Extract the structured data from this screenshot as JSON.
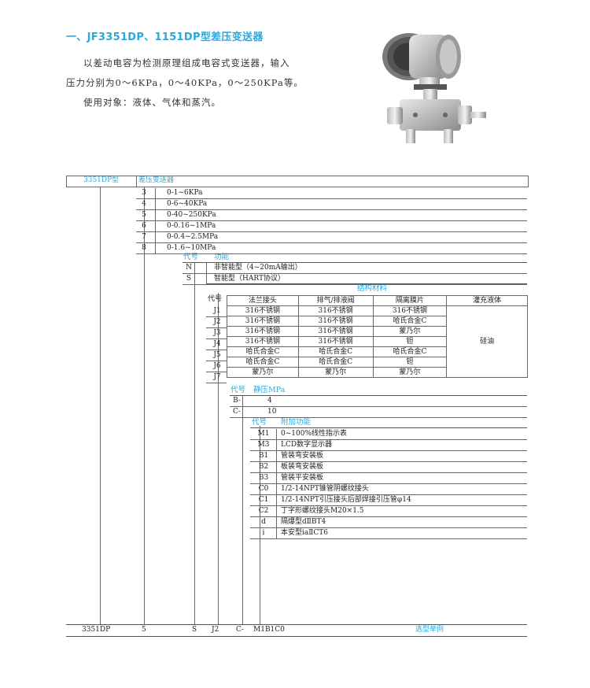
{
  "title": "一、JF3351DP、1151DP型差压变送器",
  "description": {
    "line1": "以差动电容为检测原理组成电容式变送器，输入",
    "line2": "压力分别为0～6KPa，0～40KPa，0～250KPa等。",
    "line3": "使用对象：液体、气体和蒸汽。"
  },
  "model": {
    "code": "3351DP型",
    "name": "差压变送器"
  },
  "ranges": [
    {
      "code": "3",
      "value": "0-1~6KPa"
    },
    {
      "code": "4",
      "value": "0-6~40KPa"
    },
    {
      "code": "5",
      "value": "0-40~250KPa"
    },
    {
      "code": "6",
      "value": "0-0.16~1MPa"
    },
    {
      "code": "7",
      "value": "0-0.4~2.5MPa"
    },
    {
      "code": "8",
      "value": "0-1.6~10MPa"
    }
  ],
  "function": {
    "code_header": "代号",
    "name_header": "功能",
    "items": [
      {
        "code": "N",
        "value": "非智能型（4~20mA输出）"
      },
      {
        "code": "S",
        "value": "智能型（HART协议）"
      }
    ]
  },
  "material": {
    "code_header": "代号",
    "group_header": "结构材料",
    "columns": [
      "法兰接头",
      "排气/排液阀",
      "隔离膜片",
      "灌充液体"
    ],
    "fill": "硅油",
    "rows": [
      {
        "code": "J1",
        "flange": "316不锈钢",
        "valve": "316不锈钢",
        "diaphragm": "316不锈钢"
      },
      {
        "code": "J2",
        "flange": "316不锈钢",
        "valve": "316不锈钢",
        "diaphragm": "哈氏合金C"
      },
      {
        "code": "J3",
        "flange": "316不锈钢",
        "valve": "316不锈钢",
        "diaphragm": "蒙乃尔"
      },
      {
        "code": "J4",
        "flange": "316不锈钢",
        "valve": "316不锈钢",
        "diaphragm": "钽"
      },
      {
        "code": "J5",
        "flange": "哈氏合金C",
        "valve": "哈氏合金C",
        "diaphragm": "哈氏合金C"
      },
      {
        "code": "J6",
        "flange": "哈氏合金C",
        "valve": "哈氏合金C",
        "diaphragm": "钽"
      },
      {
        "code": "J7",
        "flange": "蒙乃尔",
        "valve": "蒙乃尔",
        "diaphragm": "蒙乃尔"
      }
    ]
  },
  "static_pressure": {
    "code_header": "代号",
    "name_header": "静压MPa",
    "items": [
      {
        "code": "B-",
        "value": "4"
      },
      {
        "code": "C-",
        "value": "10"
      }
    ]
  },
  "options": {
    "code_header": "代号",
    "name_header": "附加功能",
    "items": [
      {
        "code": "M1",
        "value": "0~100%线性指示表"
      },
      {
        "code": "M3",
        "value": "LCD数字显示器"
      },
      {
        "code": "B1",
        "value": "管装弯安装板"
      },
      {
        "code": "B2",
        "value": "板装弯安装板"
      },
      {
        "code": "B3",
        "value": "管装平安装板"
      },
      {
        "code": "C0",
        "value": "1/2-14NPT锥管阴螺纹接头"
      },
      {
        "code": "C1",
        "value": "1/2-14NPT引压接头后部焊接引压管φ14"
      },
      {
        "code": "C2",
        "value": "丁字形螺纹接头M20×1.5"
      },
      {
        "code": "d",
        "value": "隔爆型dⅡBT4"
      },
      {
        "code": "i",
        "value": "本安型iaⅡCT6"
      }
    ]
  },
  "example": {
    "model": "3351DP",
    "range": "5",
    "function": "S",
    "material": "J2",
    "pressure": "C-",
    "options": "M1B1C0",
    "label": "选型举例"
  },
  "colors": {
    "accent": "#29a8df",
    "line": "#555555"
  },
  "icons": {
    "device": "pressure-transmitter-illustration"
  }
}
